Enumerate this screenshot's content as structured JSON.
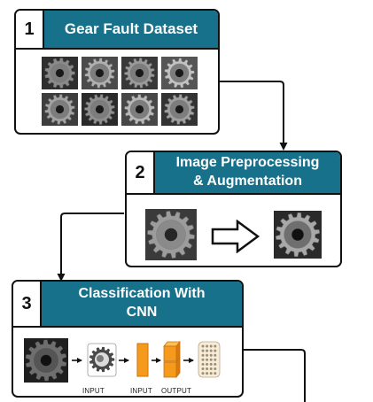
{
  "steps": [
    {
      "number": "1",
      "title": "Gear Fault Dataset"
    },
    {
      "number": "2",
      "title_lines": [
        "Image Preprocessing",
        "& Augmentation"
      ]
    },
    {
      "number": "3",
      "title_lines": [
        "Classification With",
        "CNN"
      ]
    }
  ],
  "cnn_labels": [
    "INPUT",
    "INPUT",
    "OUTPUT"
  ],
  "colors": {
    "header": "#17718a",
    "accent": "#f59a1c",
    "border": "#111111"
  },
  "dataset_grid": {
    "rows": 2,
    "cols": 4
  }
}
